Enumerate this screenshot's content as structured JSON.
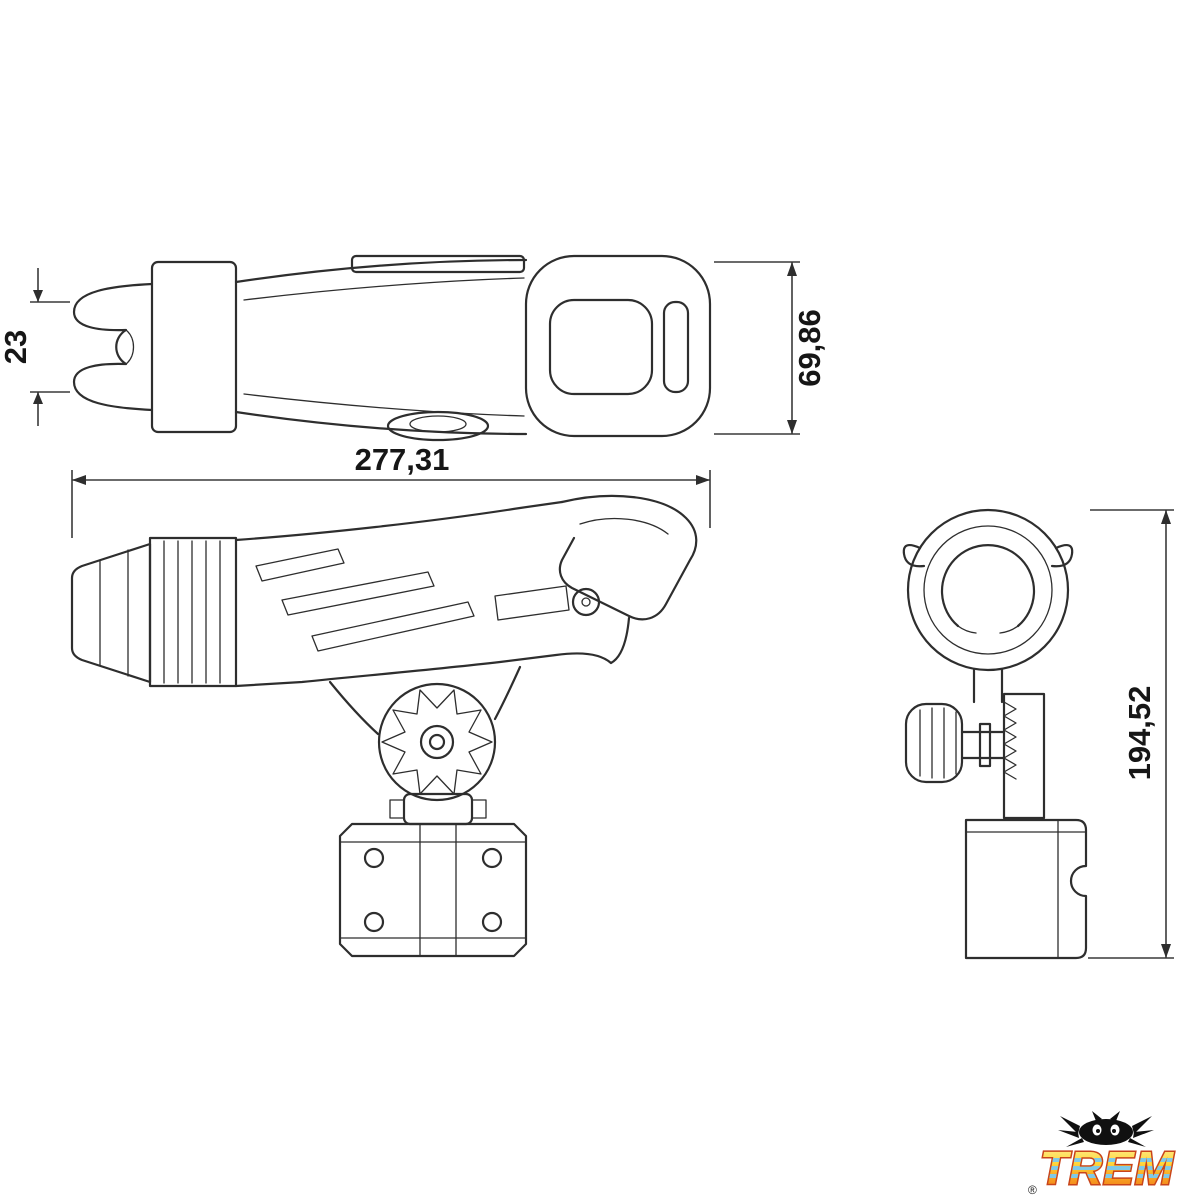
{
  "dimensions": {
    "fork_width": "23",
    "holder_height": "69,86",
    "overall_length": "277,31",
    "overall_height": "194,52"
  },
  "logo": {
    "text": "TREM",
    "registered": "®"
  },
  "colors": {
    "line": "#2e2e2e",
    "dimension_text": "#161616",
    "logo_gradient_top": "#fff1a0",
    "logo_gradient_bottom": "#ee6f12",
    "logo_outline": "#c8441a",
    "logo_stripe": "#7fc9e8",
    "background": "#ffffff"
  }
}
